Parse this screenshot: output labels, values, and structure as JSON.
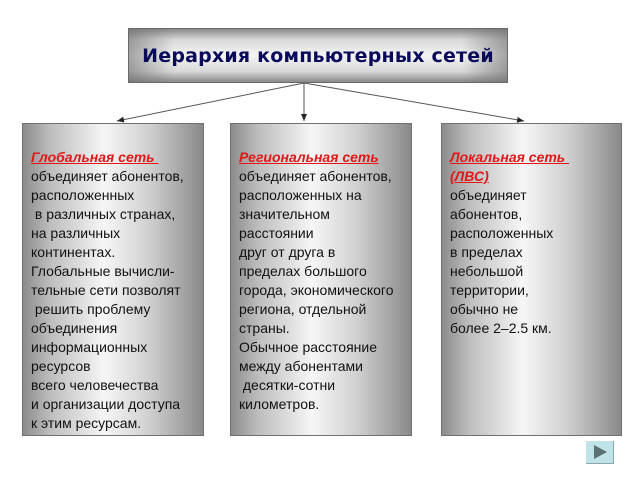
{
  "title": "Иерархия компьютерных сетей",
  "boxes": [
    {
      "heading": "Глобальная сеть ",
      "body": "объединяет абонентов,\nрасположенных\n в различных странах,\nна различных\nконтинентах.\nГлобальные вычисли-\nтельные сети позволят\n решить проблему\nобъединения\nинформационных\nресурсов\nвсего человечества\nи организации доступа\nк этим ресурсам."
    },
    {
      "heading": "Региональная сеть",
      "body": "объединяет абонентов,\nрасположенных на\nзначительном\nрасстоянии\nдруг от друга в\nпределах большого\nгорода, экономического\nрегиона, отдельной\nстраны.\nОбычное расстояние\nмежду абонентами\n десятки-сотни\nкилометров."
    },
    {
      "heading": "Локальная сеть \n(ЛВС)",
      "body": "объединяет\nабонентов,\nрасположенных\nв пределах\nнебольшой\nтерритории,\nобычно не\nболее 2–2.5 км."
    }
  ],
  "navigation": {
    "next_icon": "play-triangle-right"
  },
  "colors": {
    "title_text": "#0a0a5a",
    "heading_text": "#e01818",
    "nav_button_bg": "#bfe3e6"
  }
}
